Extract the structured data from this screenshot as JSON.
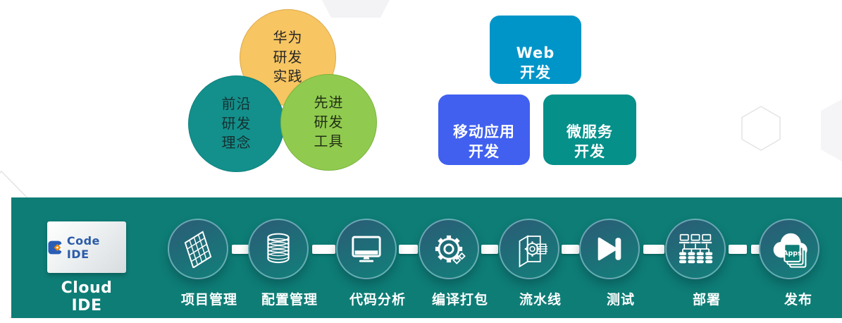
{
  "venn": {
    "circles": [
      {
        "id": "huawei-practice",
        "label": "华为\n研发\n实践",
        "bg": "#F7C561",
        "border": "#DCA94F",
        "text_color": "#262626"
      },
      {
        "id": "frontier-concept",
        "label": "前沿\n研发\n理念",
        "bg": "#13908C",
        "border": "#0E817E",
        "text_color": "#15302F"
      },
      {
        "id": "advanced-tools",
        "label": "先进\n研发\n工具",
        "bg": "#90CB4F",
        "border": "#7AB33D",
        "text_color": "#223014"
      }
    ]
  },
  "scenarios": [
    {
      "id": "web-dev",
      "label": "Web\n开发",
      "bg": "#0095C9"
    },
    {
      "id": "mobile-dev",
      "label": "移动应用\n开发",
      "bg": "#4160F0"
    },
    {
      "id": "micro-dev",
      "label": "微服务\n开发",
      "bg": "#05908A"
    }
  ],
  "banner": {
    "bg": "#0E7D76",
    "brand": "Code IDE",
    "logo_icon": "code-ide-logo-icon",
    "caption": "Cloud IDE",
    "steps": [
      {
        "label": "项目管理",
        "icon": "project-grid-icon"
      },
      {
        "label": "配置管理",
        "icon": "database-icon"
      },
      {
        "label": "代码分析",
        "icon": "monitor-icon"
      },
      {
        "label": "编译打包",
        "icon": "gear-icon"
      },
      {
        "label": "流水线",
        "icon": "pipeline-icon"
      },
      {
        "label": "测试",
        "icon": "skip-end-icon"
      },
      {
        "label": "部署",
        "icon": "network-icon"
      },
      {
        "label": "发布",
        "icon": "cloud-apps-icon",
        "badge": "Apps"
      }
    ]
  }
}
